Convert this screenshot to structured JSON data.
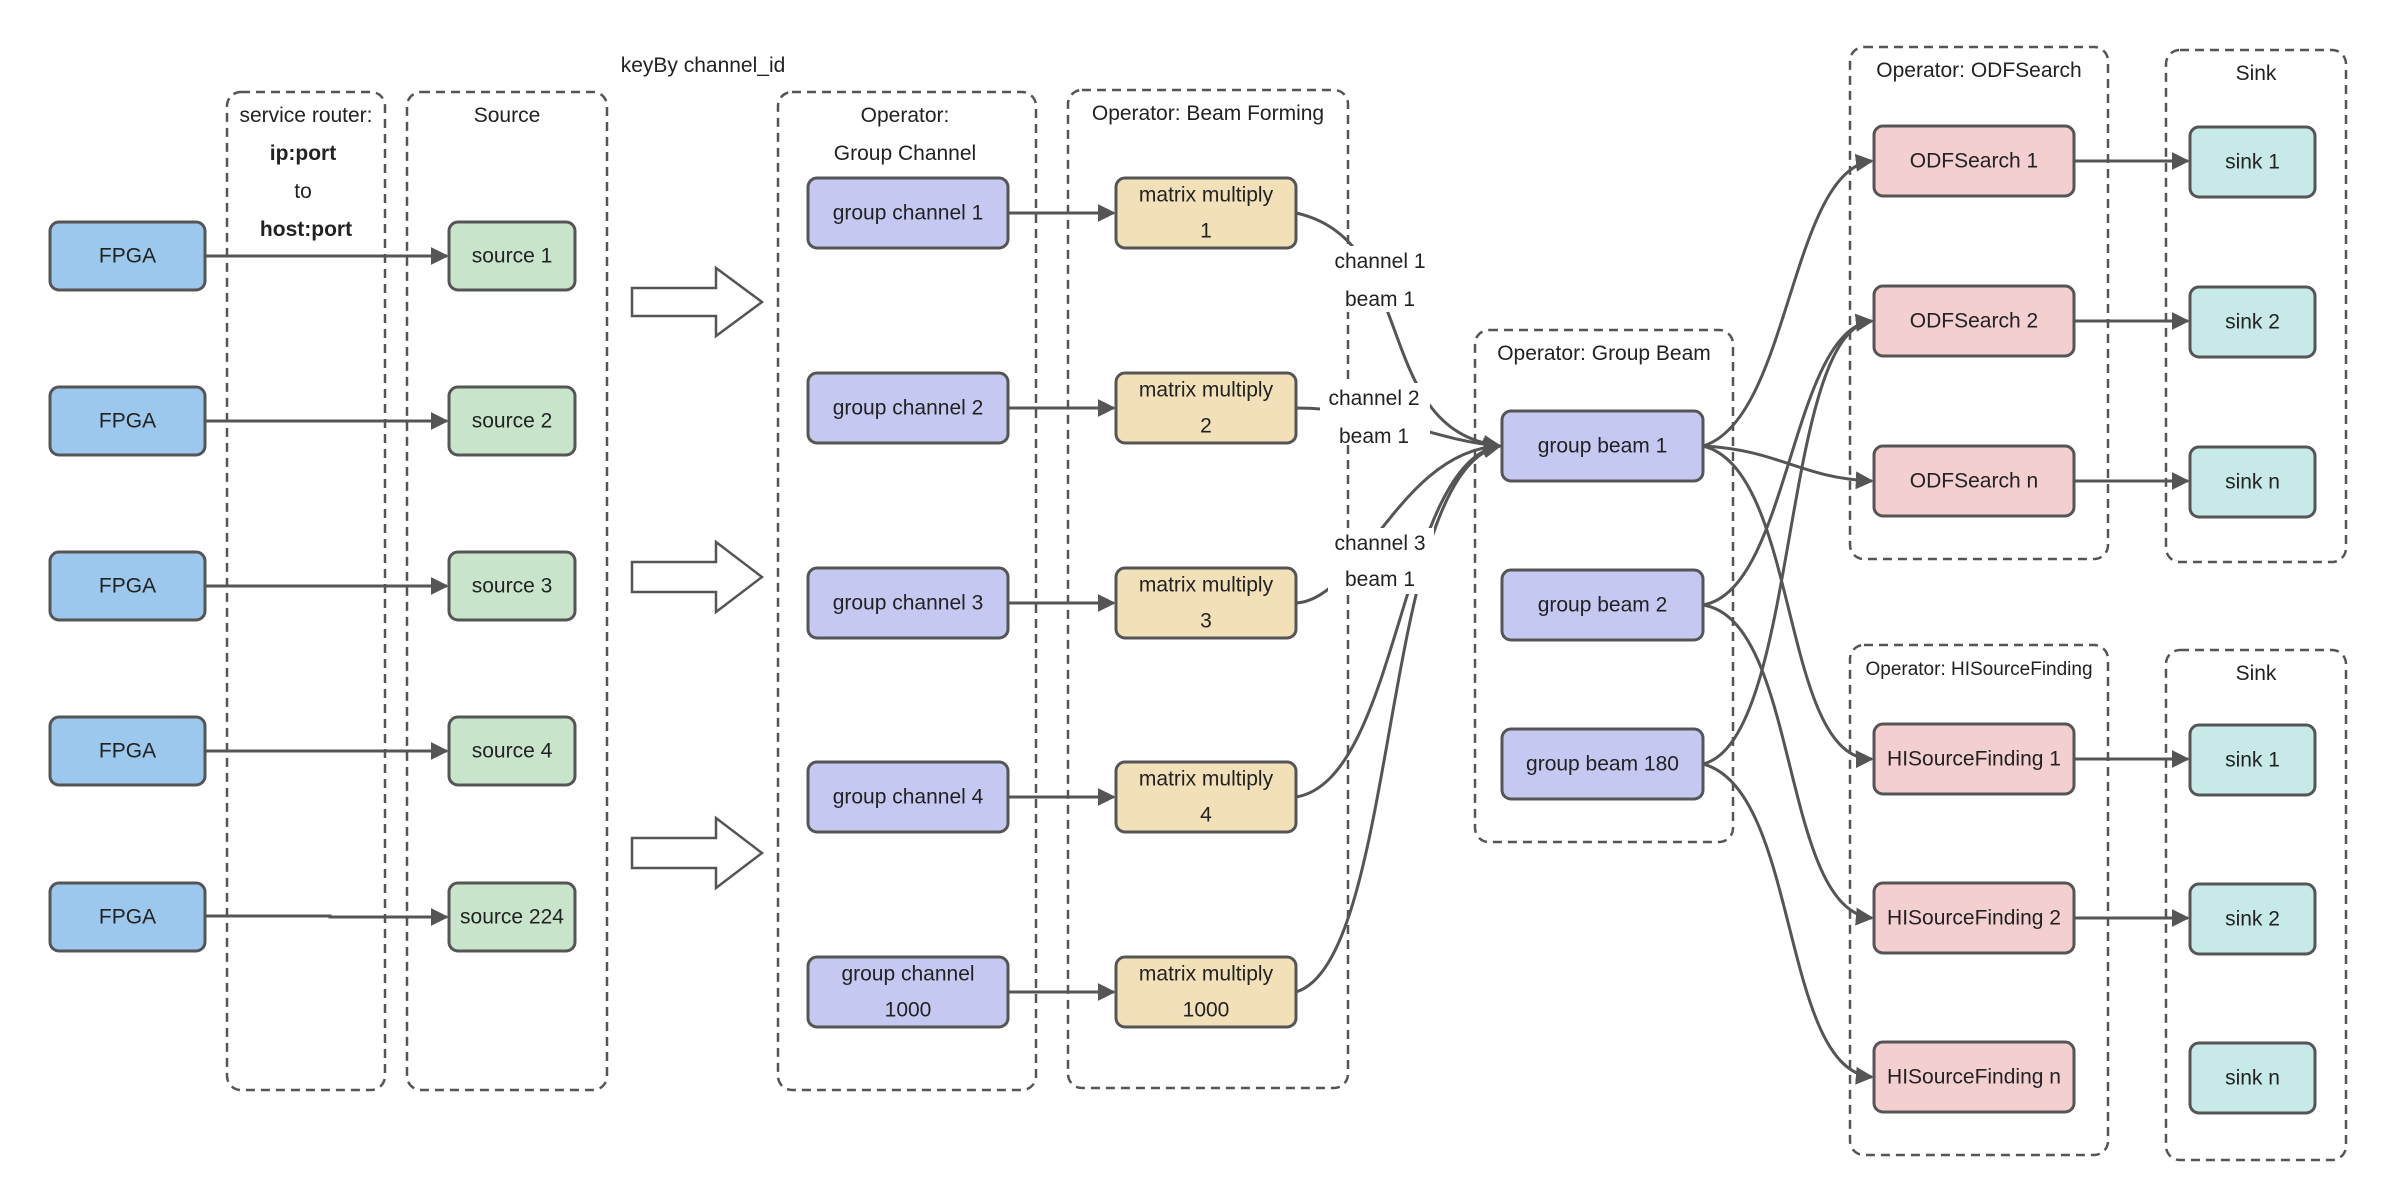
{
  "colors": {
    "fpga": "#9bc8ec",
    "source": "#c8e5cc",
    "group_channel": "#c5c9f1",
    "matrix": "#f2e1b8",
    "group_beam": "#c5c9f1",
    "search": "#f3cfd0",
    "sink": "#c7eae8",
    "stroke": "#555555"
  },
  "fpga_nodes": [
    "FPGA",
    "FPGA",
    "FPGA",
    "FPGA",
    "FPGA"
  ],
  "router": {
    "line1": "service router:",
    "line2": "ip:port",
    "line3": "to",
    "line4": "host:port"
  },
  "source": {
    "title": "Source",
    "nodes": [
      "source 1",
      "source 2",
      "source 3",
      "source 4",
      "source 224"
    ]
  },
  "key_by": "keyBy channel_id",
  "group_channel": {
    "title_line1": "Operator:",
    "title_line2": "Group Channel",
    "nodes": [
      [
        "group channel 1"
      ],
      [
        "group channel 2"
      ],
      [
        "group channel 3"
      ],
      [
        "group channel 4"
      ],
      [
        "group channel",
        "1000"
      ]
    ]
  },
  "beam_forming": {
    "title": "Operator: Beam Forming",
    "nodes": [
      [
        "matrix multiply",
        "1"
      ],
      [
        "matrix multiply",
        "2"
      ],
      [
        "matrix multiply",
        "3"
      ],
      [
        "matrix multiply",
        "4"
      ],
      [
        "matrix multiply",
        "1000"
      ]
    ]
  },
  "edge_labels": [
    [
      "channel 1",
      "beam 1"
    ],
    [
      "channel 2",
      "beam 1"
    ],
    [
      "channel 3",
      "beam 1"
    ]
  ],
  "group_beam": {
    "title": "Operator: Group Beam",
    "nodes": [
      "group beam 1",
      "group beam 2",
      "group beam 180"
    ]
  },
  "odf_search": {
    "title": "Operator: ODFSearch",
    "nodes": [
      "ODFSearch 1",
      "ODFSearch 2",
      "ODFSearch n"
    ]
  },
  "hi_source": {
    "title": "Operator: HISourceFinding",
    "nodes": [
      "HISourceFinding 1",
      "HISourceFinding 2",
      "HISourceFinding n"
    ]
  },
  "sink_top": {
    "title": "Sink",
    "nodes": [
      "sink 1",
      "sink 2",
      "sink n"
    ]
  },
  "sink_bottom": {
    "title": "Sink",
    "nodes": [
      "sink 1",
      "sink 2",
      "sink n"
    ]
  }
}
